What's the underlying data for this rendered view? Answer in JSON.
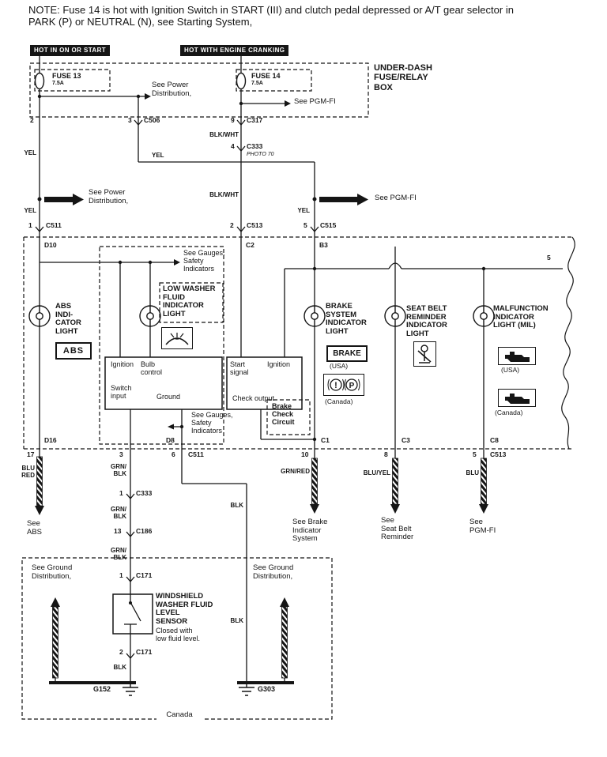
{
  "note": "NOTE: Fuse 14 is hot with Ignition Switch in START (III) and clutch pedal depressed or A/T gear selector in\nPARK (P) or NEUTRAL (N), see Starting System,",
  "banners": {
    "left": "HOT IN ON OR START",
    "right": "HOT WITH ENGINE CRANKING"
  },
  "fusebox": {
    "title": "UNDER-DASH\nFUSE/RELAY\nBOX",
    "fuse13": "FUSE 13",
    "fuse13_amp": "7.5A",
    "fuse14": "FUSE 14",
    "fuse14_amp": "7.5A"
  },
  "refs": {
    "power_top": "See Power\nDistribution,",
    "pgmfi_top": "See PGM-FI",
    "power_mid": "See Power\nDistribution,",
    "pgmfi_mid": "See PGM-FI",
    "gauges_top": "See Gauges,\nSafety\nIndicators",
    "gauges_mid": "See Gauges,\nSafety\nIndicators",
    "abs": "See\nABS",
    "brake": "See Brake\nIndicator\nSystem",
    "seatbelt": "See\nSeat Belt\nReminder",
    "pgmfi_btm": "See\nPGM-FI",
    "gnd_left": "See Ground\nDistribution,",
    "gnd_right": "See Ground\nDistribution,"
  },
  "wire_colors": {
    "yel1": "YEL",
    "yel2": "YEL",
    "yel3": "YEL",
    "yel4": "YEL",
    "blkwht1": "BLK/WHT",
    "blkwht2": "BLK/WHT",
    "blu_red": "BLU\nRED",
    "grn_blk1": "GRN/\nBLK",
    "grn_blk2": "GRN/\nBLK",
    "grn_blk3": "GRN/\nBLK",
    "grn_red": "GRN/RED",
    "blu_yel": "BLU/YEL",
    "blu": "BLU",
    "blk1": "BLK",
    "blk2": "BLK",
    "blk3": "BLK"
  },
  "pins": {
    "fuse13_out": "2",
    "c506_pin": "3",
    "c317_pin": "9",
    "c333_pin": "4",
    "c511_pin": "1",
    "c513_pin": "2",
    "c515_pin": "5",
    "d10": "D10",
    "c2": "C2",
    "b3": "B3",
    "edge5": "5",
    "d16": "D16",
    "abs_out": "17",
    "switch_out": "3",
    "d8": "D8",
    "gnd_out": "6",
    "c1": "C1",
    "brake_out": "10",
    "c3": "C3",
    "belt_out": "8",
    "c8": "C8",
    "mil_out": "5",
    "c333b_pin": "1",
    "c186_pin": "13",
    "c171a_pin": "1",
    "c171b_pin": "2"
  },
  "connectors": {
    "c506": "C506",
    "c317": "C317",
    "c333": "C333",
    "photo": "PHOTO 70",
    "c511": "C511",
    "c513": "C513",
    "c515": "C515",
    "c333b": "C333",
    "c186": "C186",
    "c171a": "C171",
    "c171b": "C171",
    "c511b": "C511",
    "c513b": "C513"
  },
  "lights": {
    "abs_label": "ABS\nINDI-\nCATOR\nLIGHT",
    "abs_badge": "ABS",
    "washer_label": "LOW WASHER\nFLUID\nINDICATOR\nLIGHT",
    "brake_label": "BRAKE\nSYSTEM\nINDICATOR\nLIGHT",
    "brake_badge": "BRAKE",
    "usa1": "(USA)",
    "canada1": "(Canada)",
    "belt_label": "SEAT BELT\nREMINDER\nINDICATOR\nLIGHT",
    "mil_label": "MALFUNCTION\nINDICATOR\nLIGHT (MIL)",
    "usa2": "(USA)",
    "canada2": "(Canada)"
  },
  "units": {
    "ignition1": "Ignition",
    "bulb_control": "Bulb\ncontrol",
    "switch_input": "Switch\ninput",
    "ground": "Ground",
    "start_signal": "Start\nsignal",
    "ignition2": "Ignition",
    "check_output": "Check output",
    "brake_check": "Brake\nCheck\nCircuit",
    "sensor_title": "WINDSHIELD\nWASHER FLUID\nLEVEL\nSENSOR",
    "sensor_note": "Closed with\nlow fluid level."
  },
  "grounds": {
    "g152": "G152",
    "g303": "G303"
  },
  "region": "Canada"
}
